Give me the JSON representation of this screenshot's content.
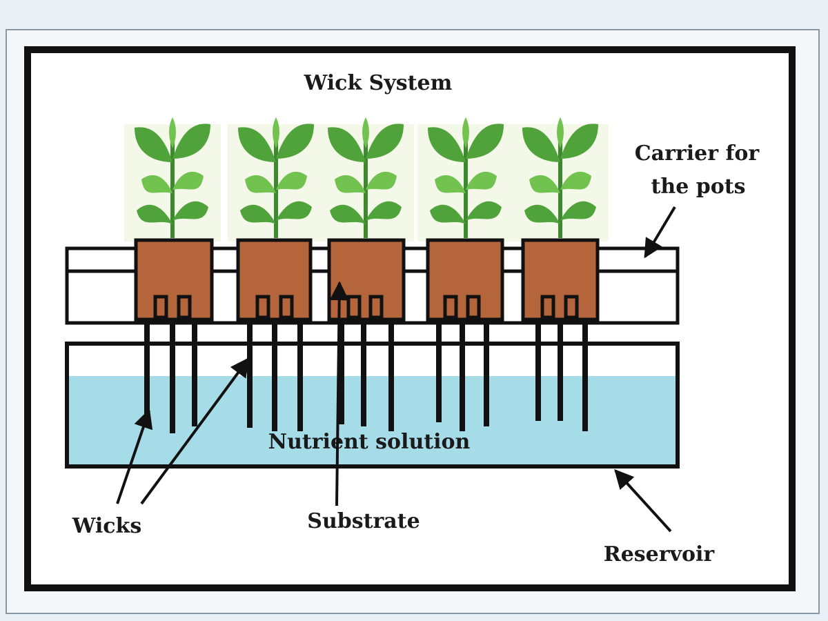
{
  "title": "Wick System",
  "labels": {
    "carrier_line1": "Carrier for",
    "carrier_line2": "the pots",
    "nutrient": "Nutrient solution",
    "wicks": "Wicks",
    "substrate": "Substrate",
    "reservoir": "Reservoir"
  },
  "colors": {
    "pot": "#b5653b",
    "water": "#a6dbe8",
    "leaf": "#4fa33a",
    "leaf_light": "#72c24f",
    "stem": "#3d8a2e",
    "border": "#111111"
  },
  "plant_count": 5
}
